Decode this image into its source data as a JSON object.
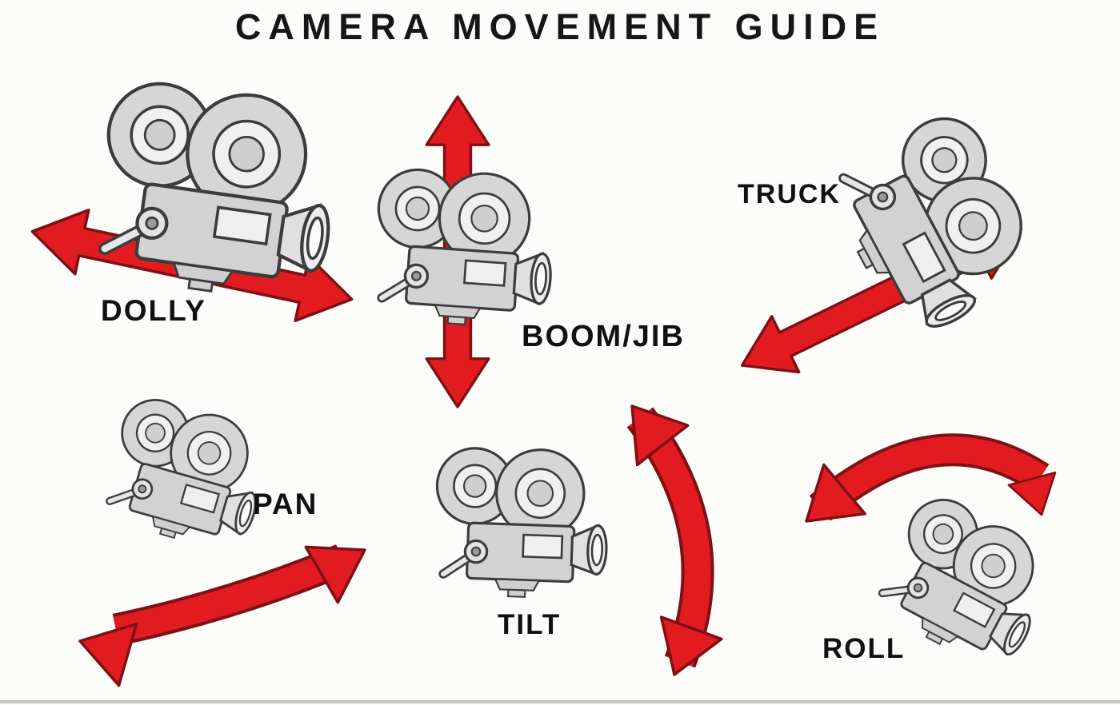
{
  "title": "CAMERA MOVEMENT GUIDE",
  "movements": [
    {
      "id": "dolly",
      "label": "DOLLY"
    },
    {
      "id": "boom-jib",
      "label": "BOOM/JIB"
    },
    {
      "id": "truck",
      "label": "TRUCK"
    },
    {
      "id": "pan",
      "label": "PAN"
    },
    {
      "id": "tilt",
      "label": "TILT"
    },
    {
      "id": "roll",
      "label": "ROLL"
    }
  ],
  "colors": {
    "background": "#fcfcfb",
    "arrow_red": "#e21b21",
    "arrow_outline": "#7d1013",
    "camera_fill": "#d6d6d6",
    "camera_outline": "#3c3c3c",
    "label_text": "#111111",
    "title_text": "#161616",
    "bottom_rule": "#c6c6c4"
  }
}
